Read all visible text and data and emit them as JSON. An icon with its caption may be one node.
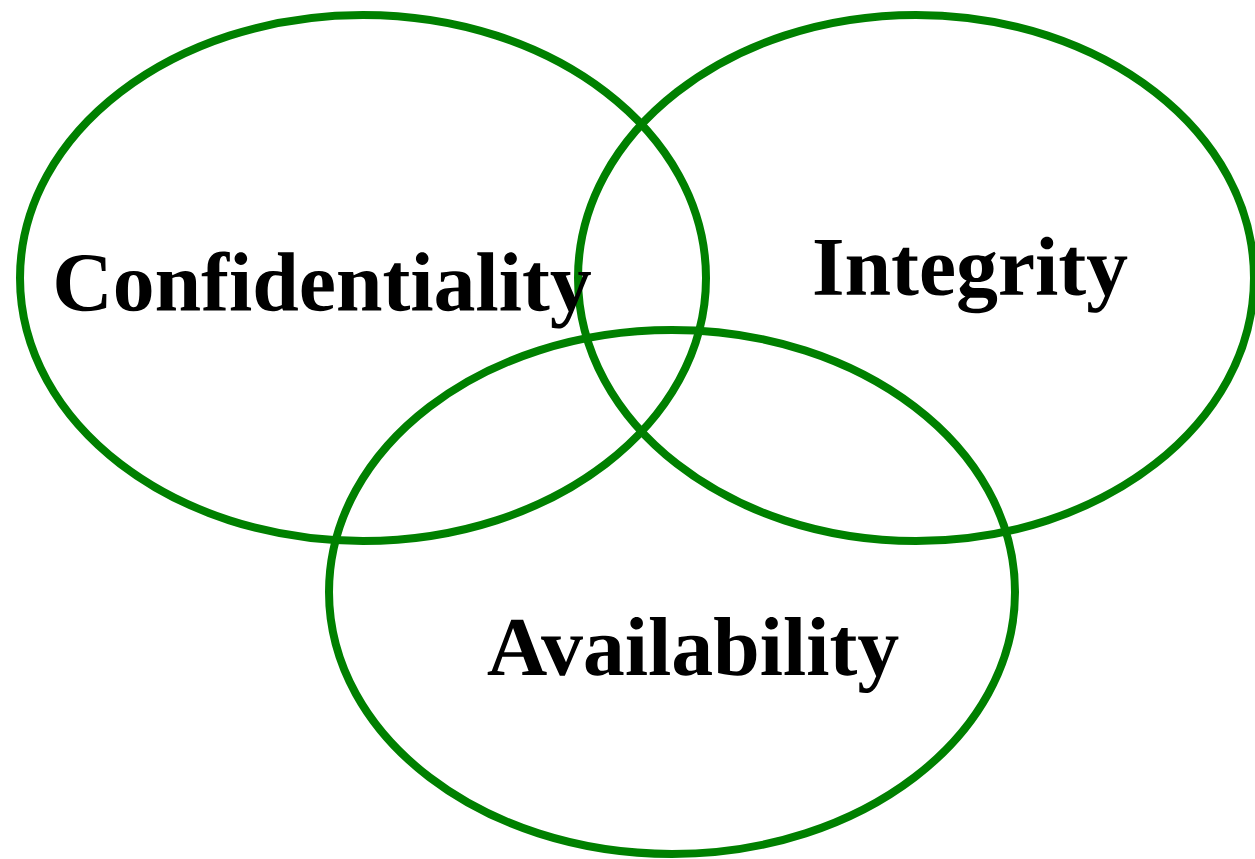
{
  "diagram": {
    "nodes": [
      {
        "text": [
          "Confidentiality"
        ]
      },
      {
        "text": [
          "Integrity"
        ]
      },
      {
        "text": [
          "Availability"
        ]
      }
    ]
  }
}
